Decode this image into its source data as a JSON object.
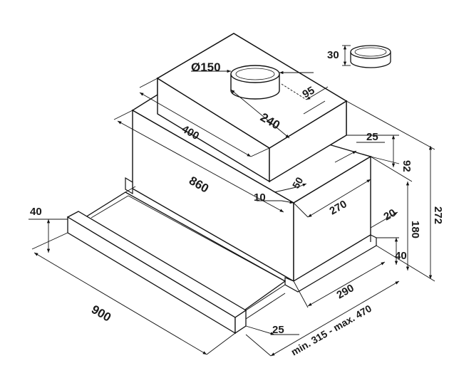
{
  "diagram": {
    "dimensions": {
      "duct_diameter": "Ø150",
      "depth_240": "240",
      "offset_95": "95",
      "width_400": "400",
      "length_860": "860",
      "length_900": "900",
      "height_40_left": "40",
      "offset_25_top": "25",
      "height_92": "92",
      "height_272": "272",
      "height_180": "180",
      "offset_50": "50",
      "offset_10": "10",
      "depth_270": "270",
      "offset_20": "20",
      "height_40_right": "40",
      "depth_290": "290",
      "offset_25_bottom": "25",
      "range_extension": "min. 315 - max. 470",
      "collar_height": "30"
    }
  }
}
